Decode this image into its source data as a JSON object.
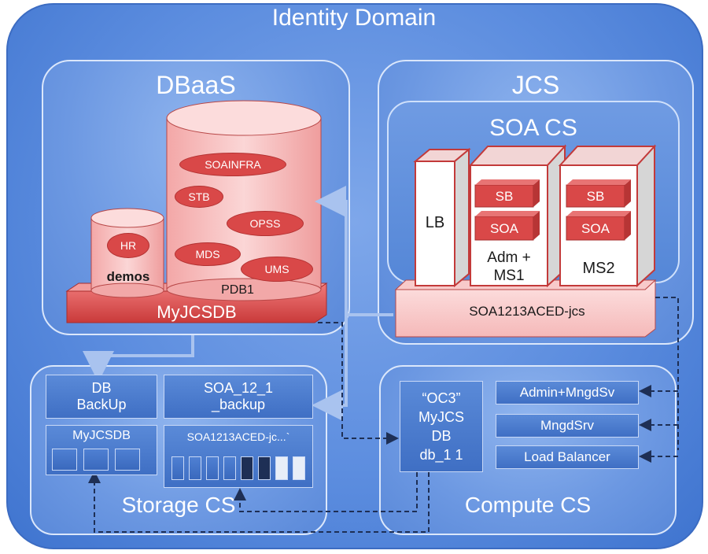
{
  "title": "Identity Domain",
  "dbaas": {
    "title": "DBaaS",
    "pdb": {
      "label": "PDB1",
      "items": [
        "SOAINFRA",
        "STB",
        "OPSS",
        "MDS",
        "UMS"
      ]
    },
    "demos": {
      "label": "demos",
      "item": "HR"
    },
    "container": "MyJCSDB"
  },
  "jcs": {
    "title": "JCS",
    "soacs": {
      "title": "SOA CS",
      "lb": "LB",
      "server1": {
        "sb": "SB",
        "soa": "SOA",
        "label1": "Adm +",
        "label2": "MS1"
      },
      "server2": {
        "sb": "SB",
        "soa": "SOA",
        "label": "MS2"
      }
    },
    "base": "SOA1213ACED-jcs"
  },
  "storage": {
    "title": "Storage CS",
    "db_backup_1": "DB",
    "db_backup_2": "BackUp",
    "soa_backup_1": "SOA_12_1",
    "soa_backup_2": "_backup",
    "myjcsdb": "MyJCSDB",
    "soa_container": "SOA1213ACED-jc...`"
  },
  "compute": {
    "title": "Compute CS",
    "vm_1": "“OC3”",
    "vm_2": "MyJCS",
    "vm_3": "DB",
    "vm_4": "db_1 1",
    "instances": [
      "Admin+MngdSv",
      "MngdSrv",
      "Load Balancer"
    ]
  }
}
